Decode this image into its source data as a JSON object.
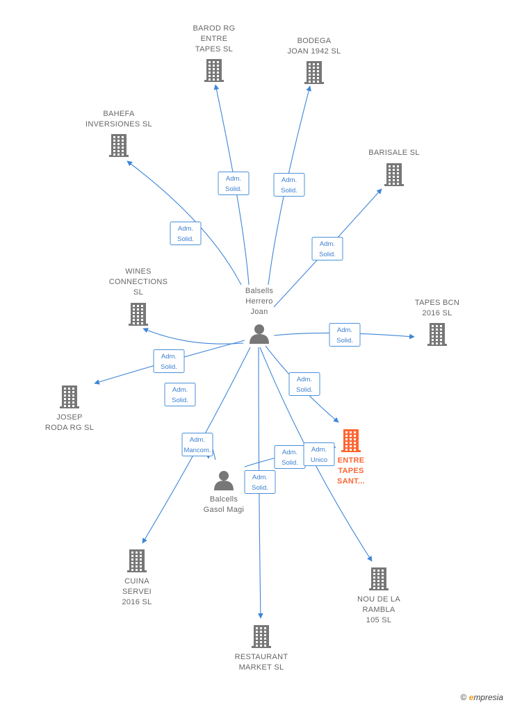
{
  "persons": [
    {
      "id": "p1",
      "lines": [
        "Balsells",
        "Herrero",
        "Joan"
      ]
    },
    {
      "id": "p2",
      "lines": [
        "Balcells",
        "Gasol Magi"
      ]
    }
  ],
  "companies": [
    {
      "id": "c_barod",
      "lines": [
        "BAROD RG",
        "ENTRE",
        "TAPES  SL"
      ],
      "highlight": false
    },
    {
      "id": "c_bodega",
      "lines": [
        "BODEGA",
        "JOAN 1942  SL"
      ],
      "highlight": false
    },
    {
      "id": "c_bahefa",
      "lines": [
        "BAHEFA",
        "INVERSIONES SL"
      ],
      "highlight": false
    },
    {
      "id": "c_barisale",
      "lines": [
        "BARISALE SL"
      ],
      "highlight": false
    },
    {
      "id": "c_wines",
      "lines": [
        "WINES",
        "CONNECTIONS",
        "SL"
      ],
      "highlight": false
    },
    {
      "id": "c_tapesbcn",
      "lines": [
        "TAPES BCN",
        "2016  SL"
      ],
      "highlight": false
    },
    {
      "id": "c_josep",
      "lines": [
        "JOSEP",
        "RODA RG  SL"
      ],
      "highlight": false
    },
    {
      "id": "c_entre",
      "lines": [
        "ENTRE",
        "TAPES",
        "SANT..."
      ],
      "highlight": true
    },
    {
      "id": "c_cuina",
      "lines": [
        "CUINA",
        "SERVEI",
        "2016  SL"
      ],
      "highlight": false
    },
    {
      "id": "c_nou",
      "lines": [
        "NOU DE LA",
        "RAMBLA",
        "105 SL"
      ],
      "highlight": false
    },
    {
      "id": "c_restaurant",
      "lines": [
        "RESTAURANT",
        "MARKET  SL"
      ],
      "highlight": false
    }
  ],
  "relations": [
    {
      "from": "p1",
      "to": "c_barod",
      "lines": [
        "Adm.",
        "Solid."
      ]
    },
    {
      "from": "p1",
      "to": "c_bodega",
      "lines": [
        "Adm.",
        "Solid."
      ]
    },
    {
      "from": "p1",
      "to": "c_bahefa",
      "lines": [
        "Adm.",
        "Solid."
      ]
    },
    {
      "from": "p1",
      "to": "c_barisale",
      "lines": [
        "Adm.",
        "Solid."
      ]
    },
    {
      "from": "p1",
      "to": "c_tapesbcn",
      "lines": [
        "Adm.",
        "Solid."
      ]
    },
    {
      "from": "p1",
      "to": "c_wines",
      "lines": [
        "Adm.",
        "Solid."
      ]
    },
    {
      "from": "p1",
      "to": "c_josep",
      "lines": [
        "Adm.",
        "Solid."
      ]
    },
    {
      "from": "p1",
      "to": "c_entre",
      "lines": [
        "Adm.",
        "Solid."
      ]
    },
    {
      "from": "p1",
      "to": "c_cuina",
      "lines": [
        "Adm.",
        "Mancom."
      ]
    },
    {
      "from": "p1",
      "to": "c_nou",
      "lines": [],
      "note": "no label box"
    },
    {
      "from": "p1",
      "to": "c_restaurant",
      "lines": [
        "Adm.",
        "Solid."
      ]
    },
    {
      "from": "p2",
      "to": "c_entre",
      "lines": [
        "Adm.",
        "Solid."
      ]
    },
    {
      "from": "p2",
      "to": "c_entre",
      "lines": [
        "Adm.",
        "Unico"
      ]
    },
    {
      "from": "p2",
      "to": "c_josep",
      "lines": [],
      "note": "no label box"
    }
  ],
  "colors": {
    "edge": "#3d85d8",
    "icon": "#777777",
    "highlight": "#ff6633",
    "label": "#666666"
  },
  "brand": {
    "copyright": "©",
    "e": "e",
    "rest": "mpresia"
  }
}
